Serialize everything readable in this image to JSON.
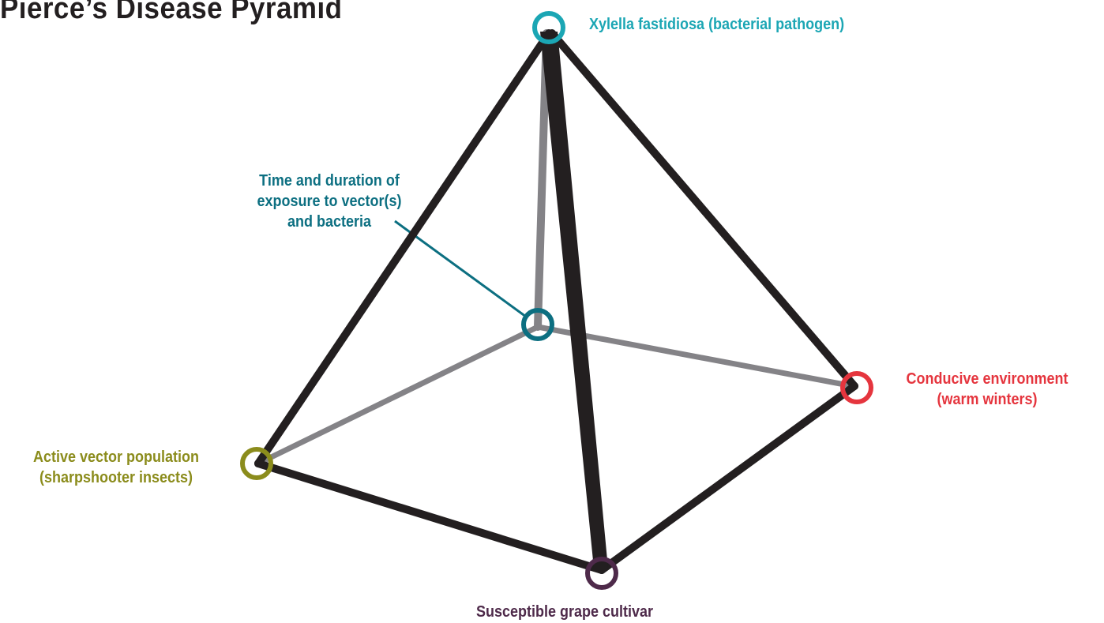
{
  "title": "Pierce’s Disease Pyramid",
  "colors": {
    "edge_front": "#231f20",
    "edge_back": "#848387",
    "pathogen": "#1ba6b4",
    "time": "#0c6f81",
    "environment": "#e5353e",
    "vector": "#8b8c1c",
    "cultivar": "#4e2a4a"
  },
  "labels": {
    "pathogen": [
      "Xylella fastidiosa (bacterial pathogen)"
    ],
    "time": [
      "Time and duration of",
      "exposure to vector(s)",
      "and bacteria"
    ],
    "environment": [
      "Conducive environment",
      "(warm winters)"
    ],
    "vector": [
      "Active vector population",
      "(sharpshooter insects)"
    ],
    "cultivar": [
      "Susceptible grape cultivar"
    ]
  }
}
